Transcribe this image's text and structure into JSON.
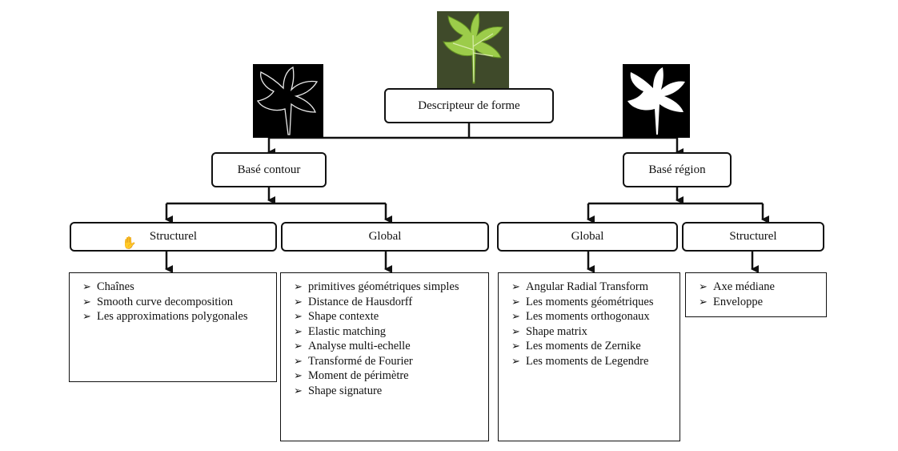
{
  "root": {
    "label": "Descripteur de forme"
  },
  "contour": {
    "label": "Basé contour",
    "structurel": {
      "label": "Structurel",
      "items": [
        "Chaînes",
        "Smooth curve decomposition",
        "Les approximations polygonales"
      ]
    },
    "global": {
      "label": "Global",
      "items": [
        "primitives géométriques simples",
        "Distance de Hausdorff",
        "Shape contexte",
        "Elastic matching",
        "Analyse multi-echelle",
        "Transformé de Fourier",
        "Moment de périmètre",
        "Shape signature"
      ]
    }
  },
  "region": {
    "label": "Basé région",
    "global": {
      "label": "Global",
      "items": [
        "Angular Radial Transform",
        "Les moments géométriques",
        "Les moments orthogonaux",
        "Shape matrix",
        "Les moments de Zernike",
        "Les moments de Legendre"
      ]
    },
    "structurel": {
      "label": "Structurel",
      "items": [
        "Axe médiane",
        "Enveloppe"
      ]
    }
  },
  "colors": {
    "leaf_light": "#8fbf3a",
    "leaf_dark": "#3d5a1a",
    "line": "#111111"
  }
}
